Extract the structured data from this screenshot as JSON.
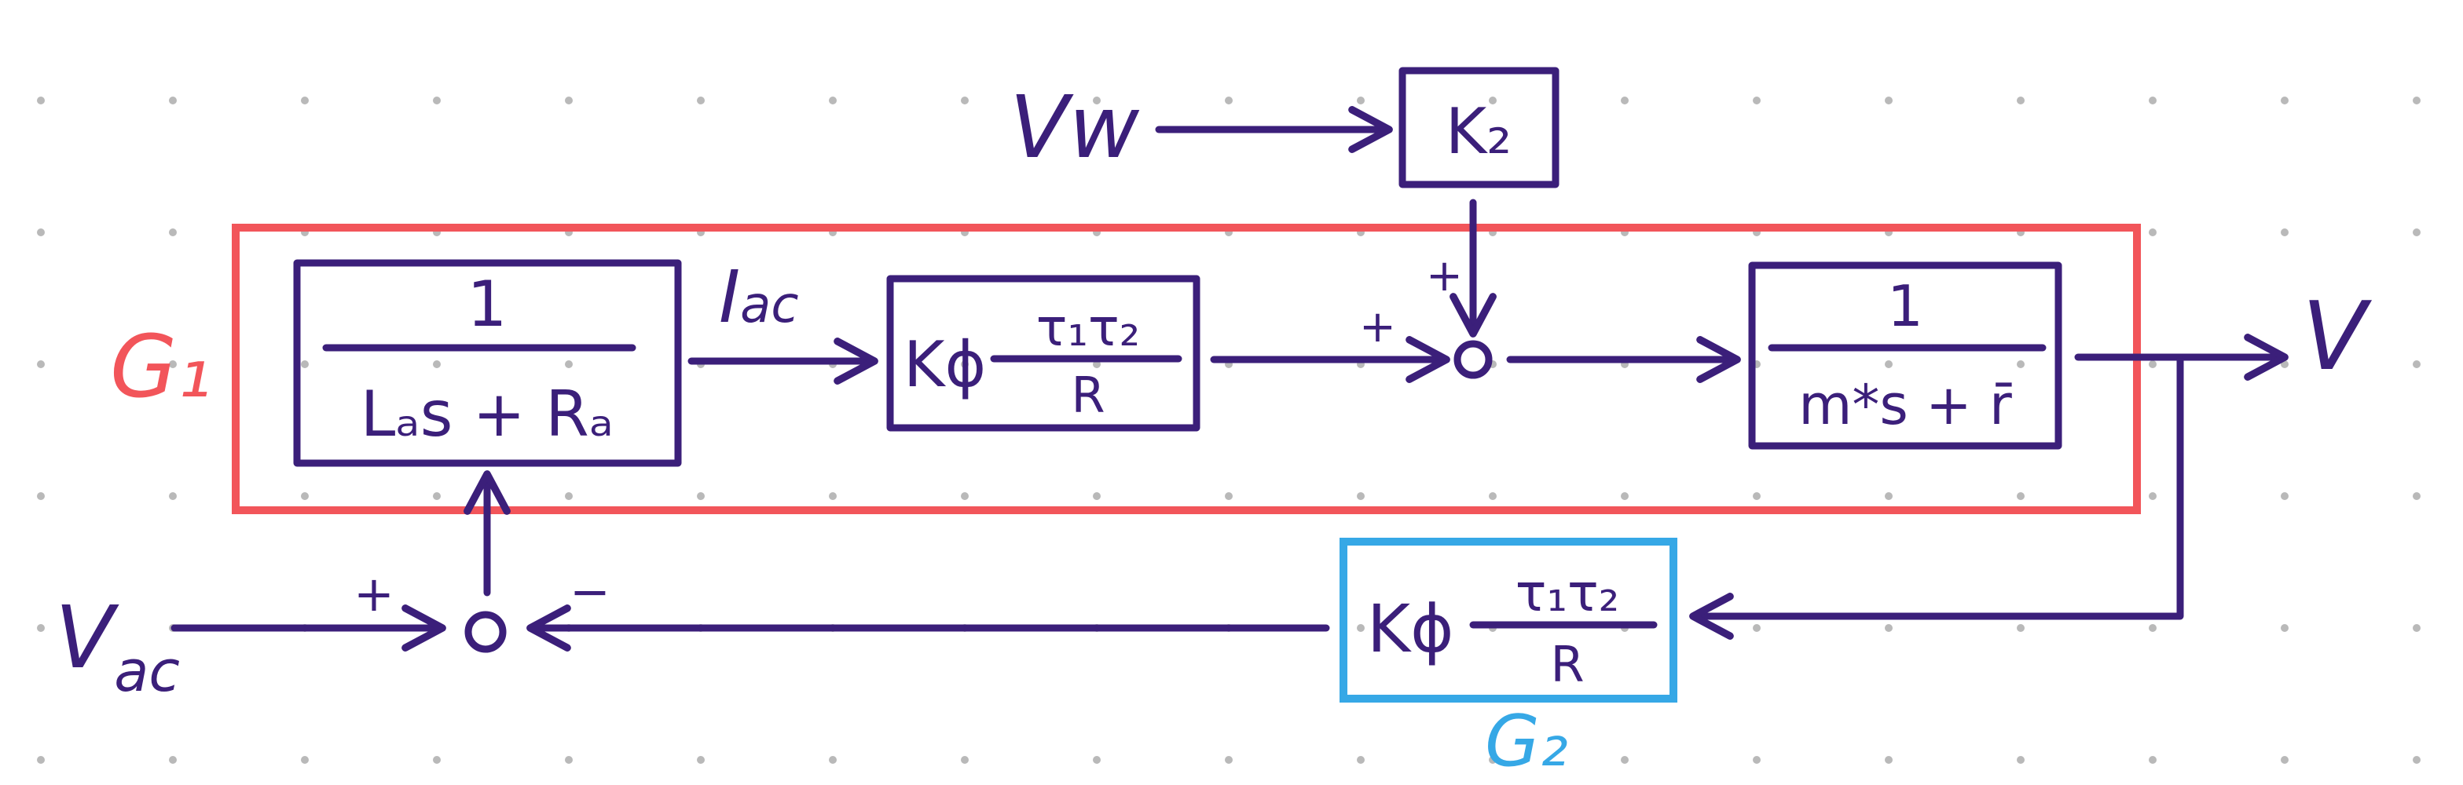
{
  "signals": {
    "vw": "Vw",
    "vac_main": "V",
    "vac_sub": "ac",
    "iac_main": "I",
    "iac_sub": "ac",
    "v_out": "V"
  },
  "blocks": {
    "k2": "K₂",
    "armature_num": "1",
    "armature_den": "Lₐs + Rₐ",
    "gain_prefix": "Kϕ",
    "gain_num": "τ₁τ₂",
    "gain_den": "R",
    "vehicle_num": "1",
    "vehicle_den": "m*s + r̄",
    "feedback_prefix": "Kϕ",
    "feedback_num": "τ₁τ₂",
    "feedback_den": "R"
  },
  "signs": {
    "sum_vw_plus": "+",
    "sum_torque_plus": "+",
    "sum_input_plus": "+",
    "sum_feedback_minus": "−"
  },
  "groups": {
    "g1": "G₁",
    "g2": "G₂"
  },
  "colors": {
    "ink": "#3b1f7a",
    "g1": "#f2555a",
    "g2": "#36a8e6"
  }
}
